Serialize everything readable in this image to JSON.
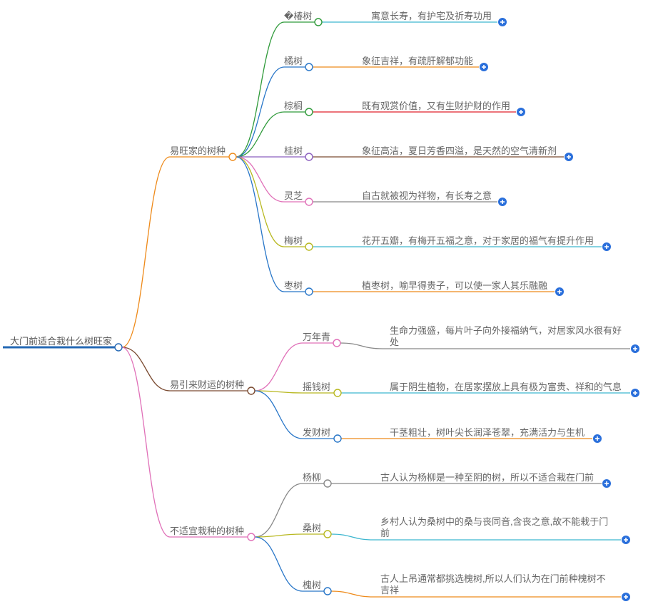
{
  "root": {
    "label": "大门前适合栽什么树旺家",
    "color": "#2468b4"
  },
  "branches": [
    {
      "label": "易旺家的树种",
      "color": "#ee8a1a",
      "children": [
        {
          "label": "�椿树",
          "desc": [
            "寓意长寿，有护宅及祈寿功用"
          ],
          "color": "#2f9a3a",
          "descColor": "#3cb6cf"
        },
        {
          "label": "橘树",
          "desc": [
            "象征吉祥，有疏肝解郁功能"
          ],
          "color": "#2876c8",
          "descColor": "#ee8a1a"
        },
        {
          "label": "棕榈",
          "desc": [
            "既有观赏价值，又有生财护财的作用"
          ],
          "color": "#2f9a3a",
          "descColor": "#e0202a"
        },
        {
          "label": "桂树",
          "desc": [
            "象征高洁，夏日芳香四溢，是天然的空气清新剂"
          ],
          "color": "#8b5fbf",
          "descColor": "#7a4a30"
        },
        {
          "label": "灵芝",
          "desc": [
            "自古就被视为祥物，有长寿之意"
          ],
          "color": "#e070b8",
          "descColor": "#888888"
        },
        {
          "label": "梅树",
          "desc": [
            "花开五瓣，有梅开五福之意，对于家居的福气有提升作用"
          ],
          "color": "#b8b820",
          "descColor": "#3cb6cf"
        },
        {
          "label": "枣树",
          "desc": [
            "植枣树，喻早得贵子，可以使一家人其乐融融"
          ],
          "color": "#2876c8",
          "descColor": "#ee8a1a"
        }
      ]
    },
    {
      "label": "易引来财运的树种",
      "color": "#7a4a30",
      "children": [
        {
          "label": "万年青",
          "desc": [
            "生命力强盛，每片叶子向外接福纳气，对居家风水很有好",
            "处"
          ],
          "color": "#e070b8",
          "descColor": "#888888"
        },
        {
          "label": "摇钱树",
          "desc": [
            "属于阴生植物，在居家摆放上具有极为富贵、祥和的气息"
          ],
          "color": "#b8b820",
          "descColor": "#3cb6cf"
        },
        {
          "label": "发财树",
          "desc": [
            "干茎粗壮，树叶尖长润泽苍翠，充满活力与生机"
          ],
          "color": "#2876c8",
          "descColor": "#ee8a1a"
        }
      ]
    },
    {
      "label": "不适宜栽种的树种",
      "color": "#e070b8",
      "children": [
        {
          "label": "杨柳",
          "desc": [
            "古人认为杨柳是一种至阴的树，所以不适合栽在门前"
          ],
          "color": "#888888",
          "descColor": "#888888"
        },
        {
          "label": "桑树",
          "desc": [
            "乡村人认为桑树中的桑与丧同音,含丧之意,故不能栽于门",
            "前"
          ],
          "color": "#b8b820",
          "descColor": "#3cb6cf"
        },
        {
          "label": "槐树",
          "desc": [
            "古人上吊通常都挑选槐树,所以人们认为在门前种槐树不",
            "吉祥"
          ],
          "color": "#2876c8",
          "descColor": "#ee8a1a"
        }
      ]
    }
  ],
  "icons": {
    "expand": "plus-circle-icon",
    "expandColor": "#2a6fdb"
  }
}
